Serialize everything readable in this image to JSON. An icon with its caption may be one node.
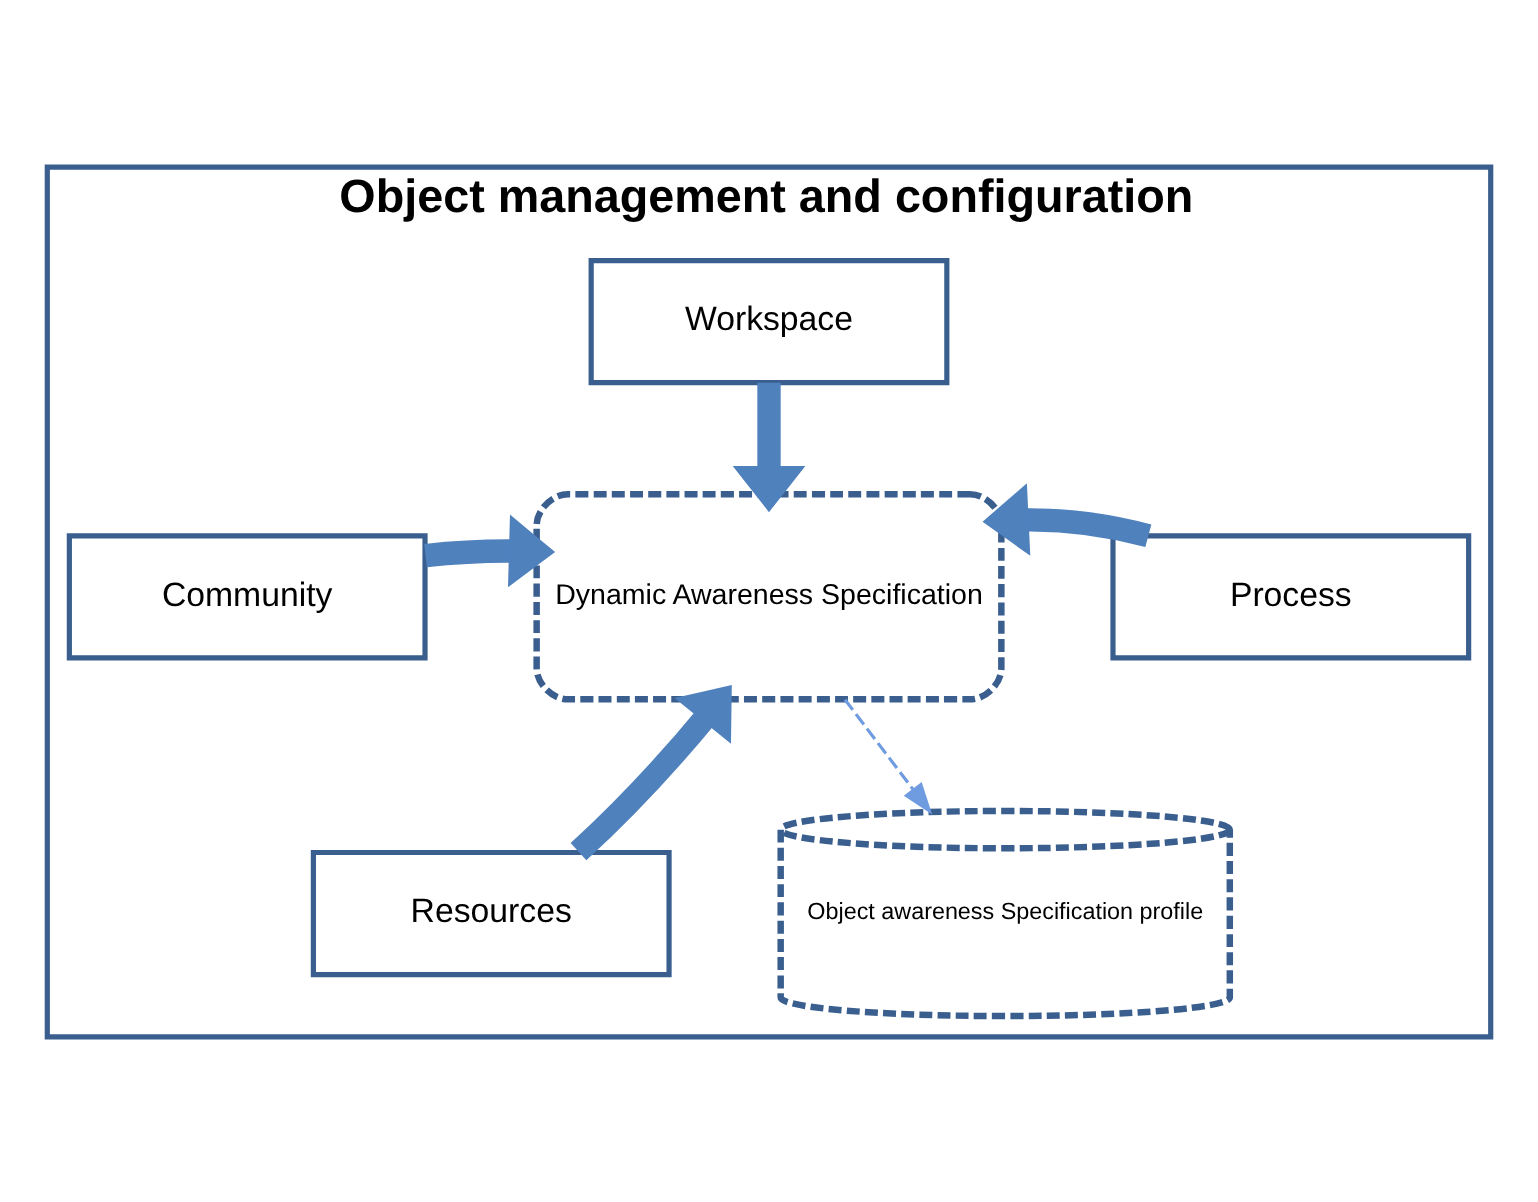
{
  "diagram": {
    "nodes": [
      {
        "text": [
          "Object management and configuration"
        ]
      },
      {
        "text": [
          "Workspace"
        ],
        "in": 0
      },
      {
        "text": [
          "Community"
        ],
        "in": 0
      },
      {
        "text": [
          "Dynamic Awareness Specification"
        ],
        "in": 0
      },
      {
        "text": [
          "Process"
        ],
        "in": 0
      },
      {
        "text": [
          "Resources"
        ],
        "in": 0
      },
      {
        "text": [
          "Object awareness Specification profile"
        ],
        "in": 0
      }
    ],
    "edges": [
      {
        "from": 1,
        "to": 3,
        "arrow": "to"
      },
      {
        "from": 2,
        "to": 3,
        "arrow": "to"
      },
      {
        "from": 4,
        "to": 3,
        "arrow": "to"
      },
      {
        "from": 5,
        "to": 3,
        "arrow": "to"
      },
      {
        "from": 3,
        "to": 6,
        "arrow": "to",
        "style": "dashed",
        "color": "#6f9be0"
      }
    ]
  }
}
